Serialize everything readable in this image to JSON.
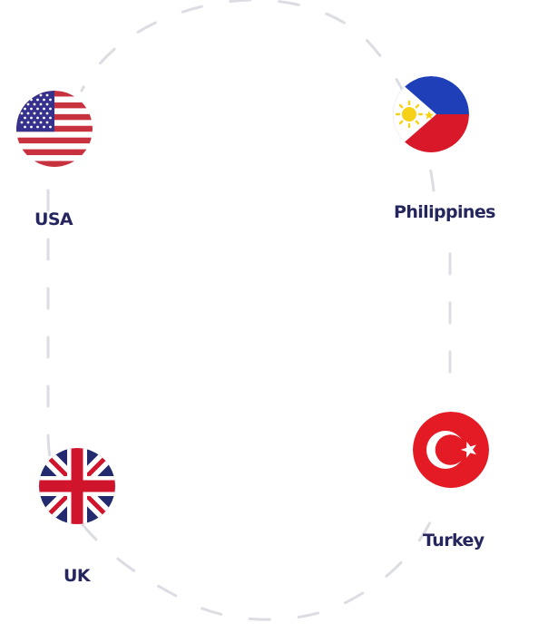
{
  "countries": [
    {
      "id": "usa",
      "label": "USA",
      "flag_icon": "usa-flag-icon"
    },
    {
      "id": "philippines",
      "label": "Philippines",
      "flag_icon": "philippines-flag-icon"
    },
    {
      "id": "turkey",
      "label": "Turkey",
      "flag_icon": "turkey-flag-icon"
    },
    {
      "id": "uk",
      "label": "UK",
      "flag_icon": "uk-flag-icon"
    }
  ],
  "colors": {
    "label_text": "#25265e",
    "dashed_ring": "#dcdde3",
    "usa_red": "#c8313e",
    "usa_blue": "#35318c",
    "ph_blue": "#1e3fb8",
    "ph_red": "#d9182a",
    "ph_sun": "#f7d117",
    "tr_red": "#e41b24",
    "uk_blue": "#232a6e",
    "uk_red": "#cf142b"
  }
}
